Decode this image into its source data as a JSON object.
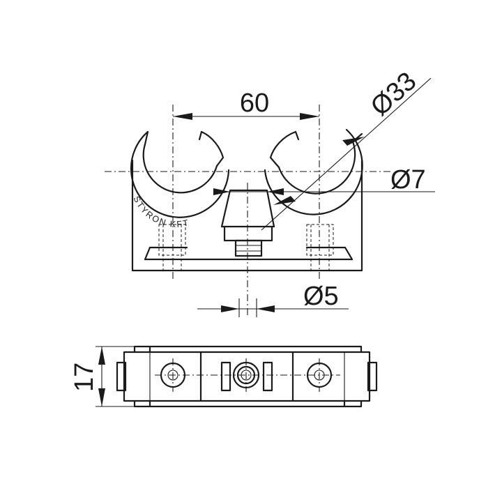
{
  "drawing": {
    "engraving": "STYRON KFT",
    "dimensions": {
      "spacing": "60",
      "clip_diameter": "Ø33",
      "center_hole_diameter": "Ø7",
      "side_hole_diameter": "Ø5",
      "height": "17"
    }
  }
}
